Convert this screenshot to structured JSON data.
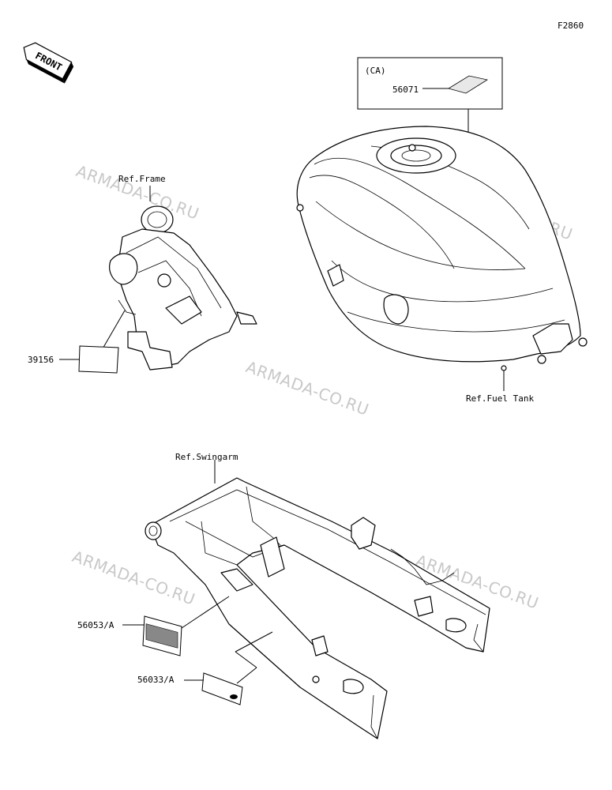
{
  "figure_code": "F2860",
  "front_label": "FRONT",
  "watermark": "ARMADA-CO.RU",
  "callouts": {
    "ca": "(CA)",
    "p56071": "56071",
    "ref_frame": "Ref.Frame",
    "p39156": "39156",
    "ref_fuel_tank": "Ref.Fuel Tank",
    "ref_swingarm": "Ref.Swingarm",
    "p56053": "56053/A",
    "p56033": "56033/A"
  }
}
